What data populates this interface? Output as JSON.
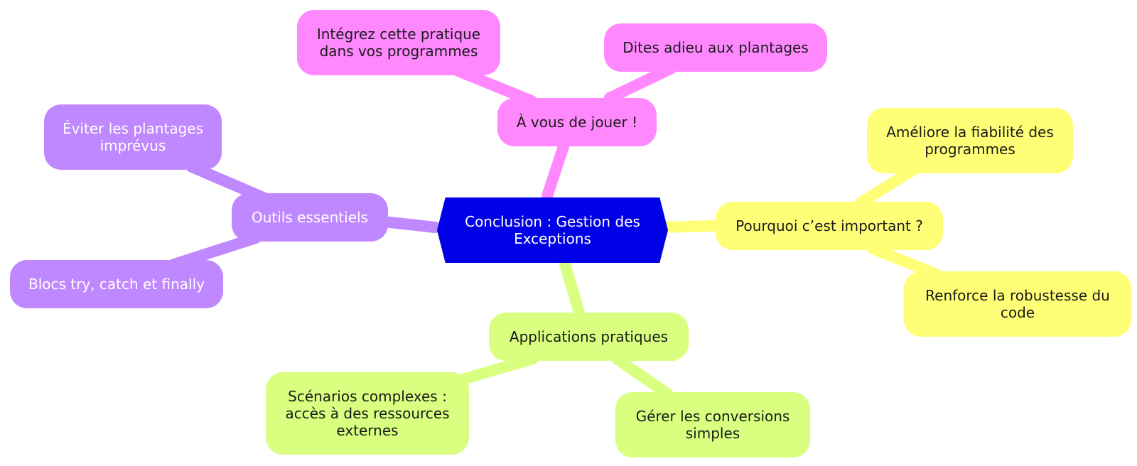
{
  "colors": {
    "center": "#0000e6",
    "pink": "#ff88ff",
    "yellow": "#ffff77",
    "green": "#d9ff80",
    "purple": "#c088ff"
  },
  "diagram": {
    "center": {
      "label": "Conclusion : Gestion des\nExceptions"
    },
    "branches": {
      "a_vous": {
        "label": "À vous de jouer !",
        "children": [
          "Intégrez cette pratique\ndans vos programmes",
          "Dites adieu aux plantages"
        ]
      },
      "pourquoi": {
        "label": "Pourquoi c’est important ?",
        "children": [
          "Améliore la fiabilité des\nprogrammes",
          "Renforce la robustesse du\ncode"
        ]
      },
      "applications": {
        "label": "Applications pratiques",
        "children": [
          "Scénarios complexes :\naccès à des ressources\nexternes",
          "Gérer les conversions\nsimples"
        ]
      },
      "outils": {
        "label": "Outils essentiels",
        "children": [
          "Éviter les plantages\nimprévus",
          "Blocs try, catch et finally"
        ]
      }
    }
  }
}
